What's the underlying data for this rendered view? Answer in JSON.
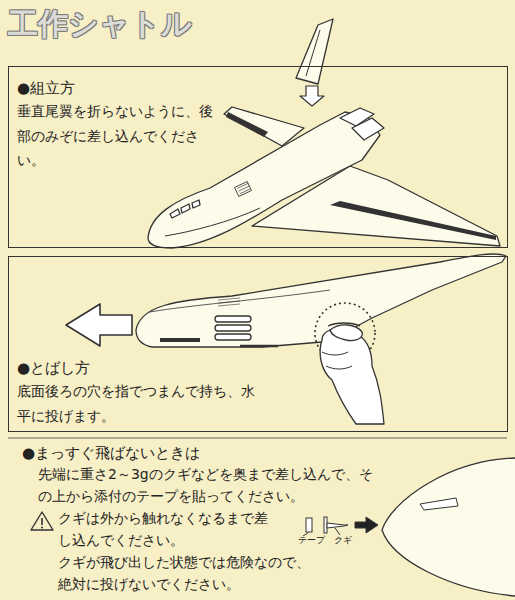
{
  "diagram": {
    "title": "工作シャトル",
    "nodes": [
      {
        "text": [
          "●組立方",
          "垂直尾翼を折らないように、後部のみぞに差し込んでください。"
        ]
      },
      {
        "text": [
          "●とばし方",
          "底面後ろの穴を指でつまんで持ち、水平に投げます。"
        ]
      }
    ],
    "labels": [
      "●まっすぐ飛ばないときは",
      "先端に重さ2～3gのクギなどを奥まで差し込んで、その上から添付のテープを貼ってください。",
      "クギは外から触れなくなるまで差し込んでください。",
      "クギが飛び出した状態では危険なので、絶対に投げないでください。",
      "テープ",
      "クギ"
    ]
  }
}
